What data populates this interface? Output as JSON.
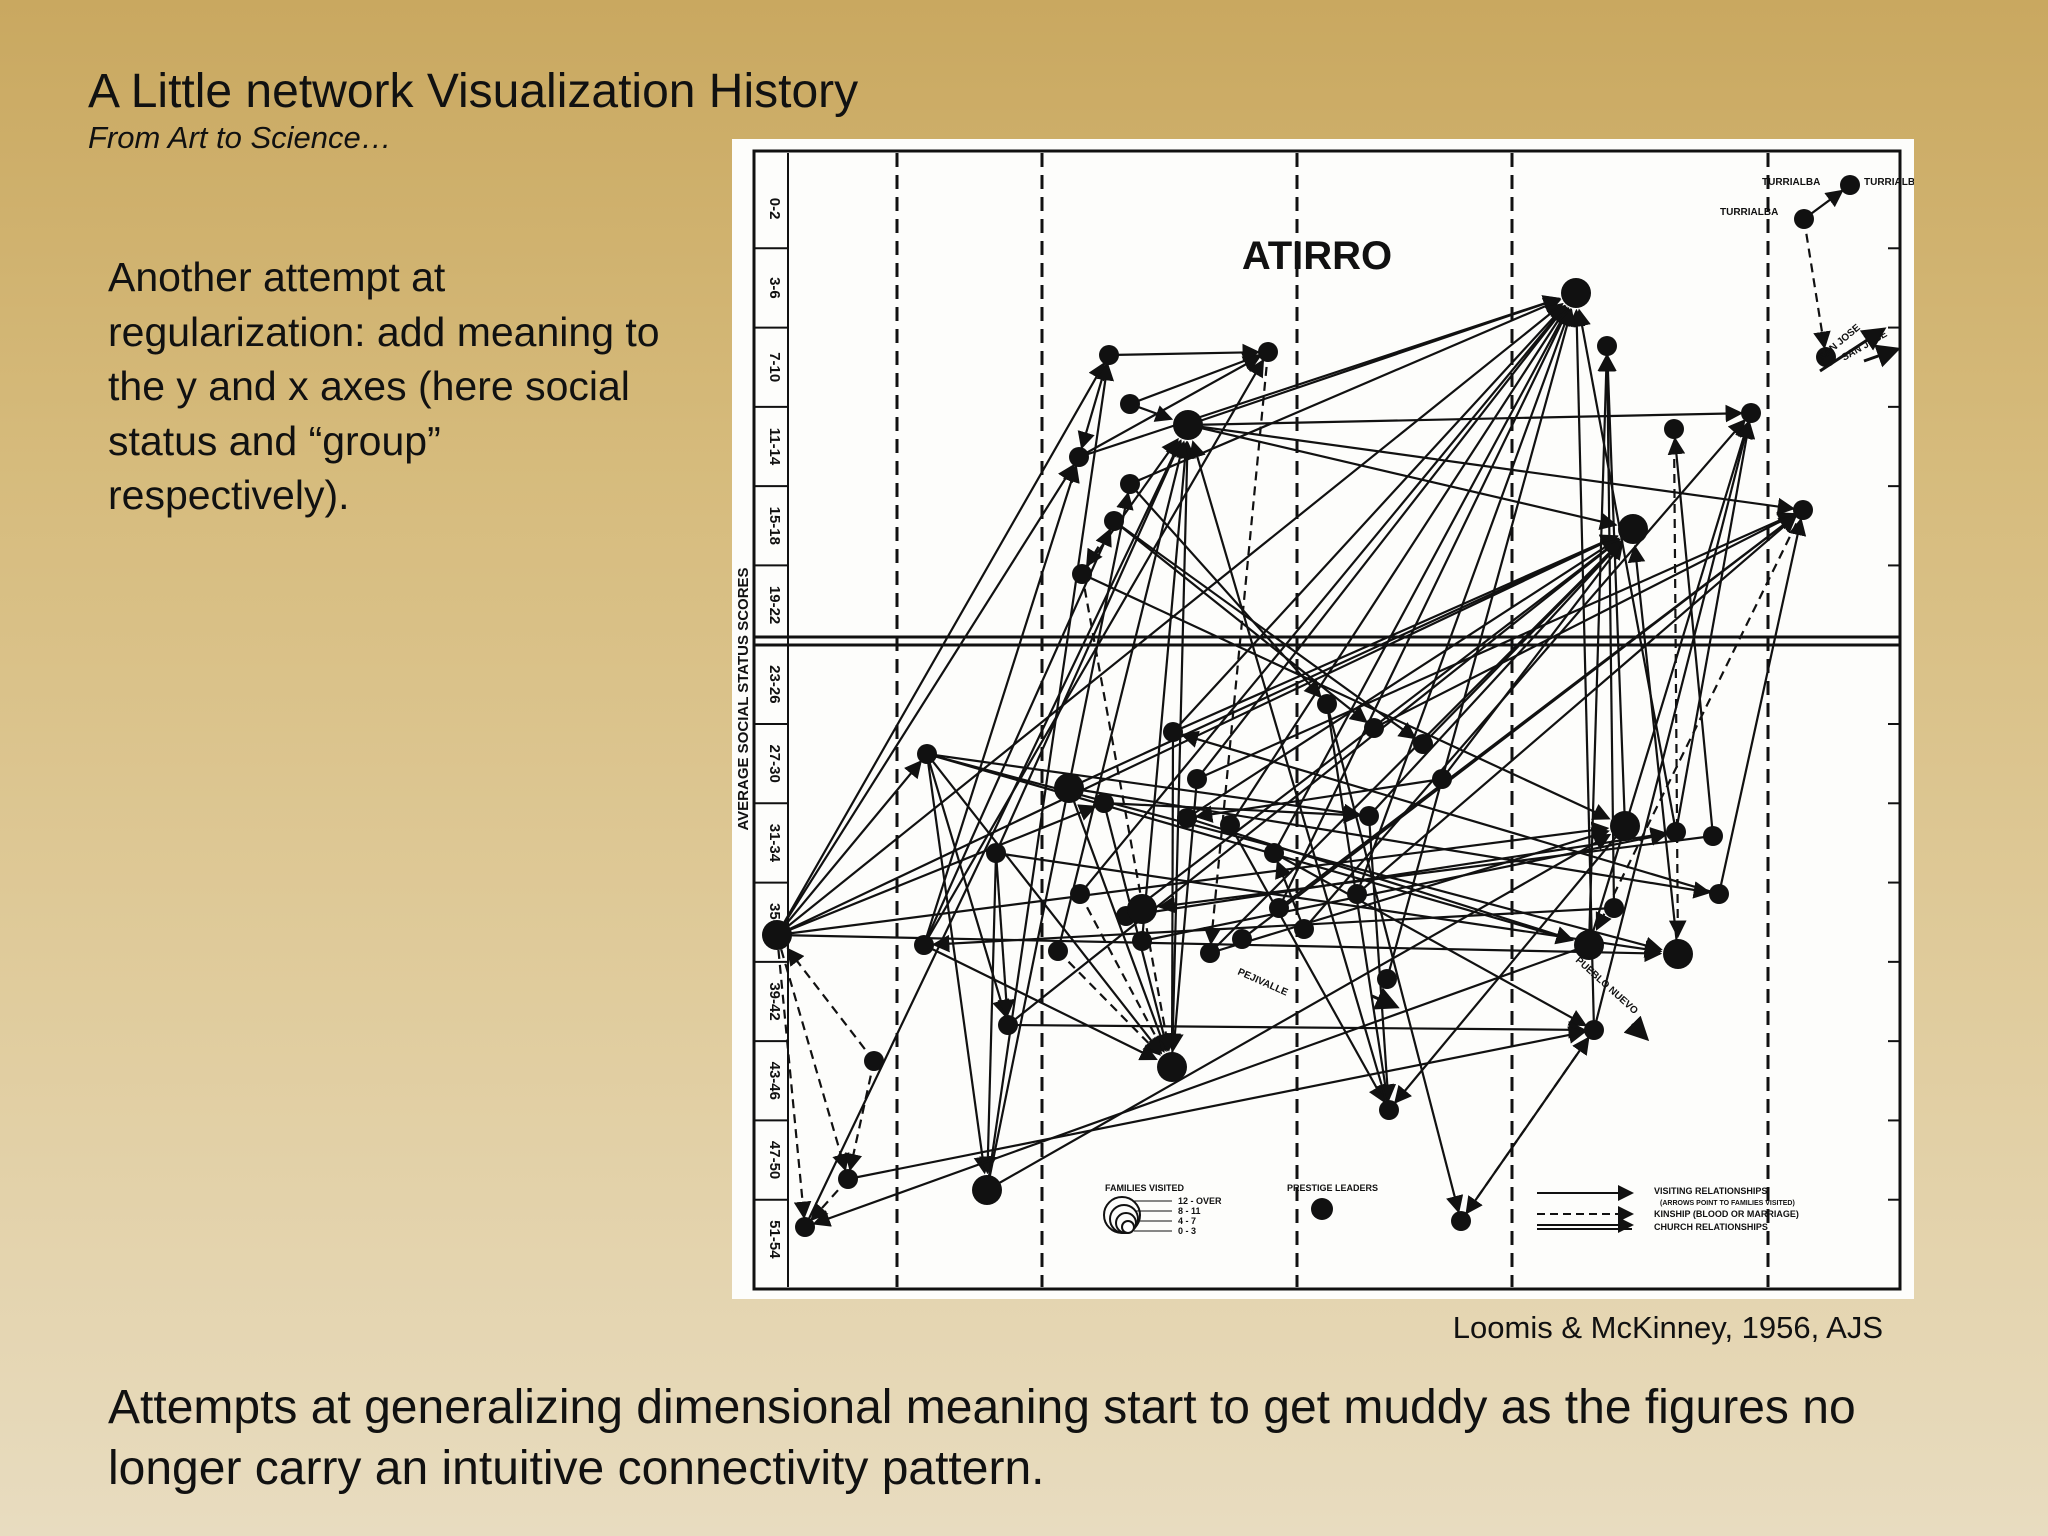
{
  "slide": {
    "title": "A Little network Visualization History",
    "subtitle": "From Art to Science…",
    "body": "Another attempt at regularization: add meaning to the y and x axes (here social status and “group” respectively).",
    "caption": "Loomis & McKinney, 1956, AJS",
    "bottom_text": "Attempts at generalizing dimensional meaning start to get muddy as the figures no longer carry an intuitive connectivity pattern."
  },
  "figure": {
    "heading": "ATIRRO",
    "y_axis_label": "AVERAGE SOCIAL STATUS SCORES",
    "y_ticks": [
      "0-2",
      "3-6",
      "7-10",
      "11-14",
      "15-18",
      "19-22",
      "23-26",
      "27-30",
      "31-34",
      "35-38",
      "39-42",
      "43-46",
      "47-50",
      "51-54"
    ],
    "place_labels": [
      "TURRIALBA",
      "TURRIALBA",
      "TURRIALBA",
      "SAN JOSE",
      "SAN JOSE",
      "PEJIVALLE",
      "PUEBLO NUEVO"
    ],
    "legend_families": {
      "title": "FAMILIES VISITED",
      "items": [
        "12 - OVER",
        "8 - 11",
        "4 - 7",
        "0 - 3"
      ]
    },
    "legend_prestige": "PRESTIGE LEADERS",
    "legend_relations": [
      "VISITING RELATIONSHIPS",
      "(ARROWS POINT TO FAMILIES VISITED)",
      "KINSHIP (BLOOD OR MARRIAGE)",
      "CHURCH RELATIONSHIPS"
    ]
  }
}
